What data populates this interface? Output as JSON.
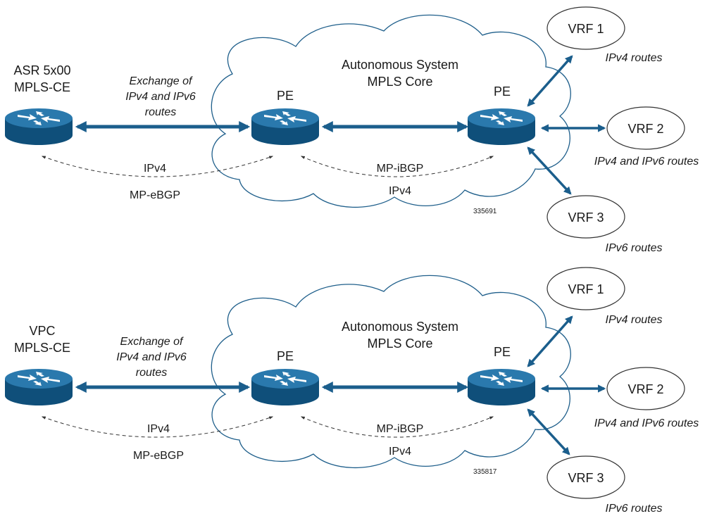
{
  "colors": {
    "router": "#1e6a9a",
    "arrow": "#1b5e8c",
    "cloud_stroke": "#1f5f8b"
  },
  "panels": [
    {
      "ce_title_1": "ASR 5x00",
      "ce_title_2": "MPLS-CE",
      "exchange_1": "Exchange of",
      "exchange_2": "IPv4 and IPv6",
      "exchange_3": "routes",
      "cloud_title_1": "Autonomous System",
      "cloud_title_2": "MPLS Core",
      "pe_left": "PE",
      "pe_right": "PE",
      "ebgp_top": "IPv4",
      "ebgp_bottom": "MP-eBGP",
      "ibgp_top": "MP-iBGP",
      "ibgp_bottom": "IPv4",
      "figure_id": "335691",
      "vrf1": "VRF 1",
      "vrf1_routes": "IPv4 routes",
      "vrf2": "VRF 2",
      "vrf2_routes": "IPv4 and IPv6 routes",
      "vrf3": "VRF 3",
      "vrf3_routes": "IPv6 routes"
    },
    {
      "ce_title_1": "VPC",
      "ce_title_2": "MPLS-CE",
      "exchange_1": "Exchange of",
      "exchange_2": "IPv4 and IPv6",
      "exchange_3": "routes",
      "cloud_title_1": "Autonomous System",
      "cloud_title_2": "MPLS Core",
      "pe_left": "PE",
      "pe_right": "PE",
      "ebgp_top": "IPv4",
      "ebgp_bottom": "MP-eBGP",
      "ibgp_top": "MP-iBGP",
      "ibgp_bottom": "IPv4",
      "figure_id": "335817",
      "vrf1": "VRF 1",
      "vrf1_routes": "IPv4 routes",
      "vrf2": "VRF 2",
      "vrf2_routes": "IPv4 and IPv6 routes",
      "vrf3": "VRF 3",
      "vrf3_routes": "IPv6 routes"
    }
  ]
}
